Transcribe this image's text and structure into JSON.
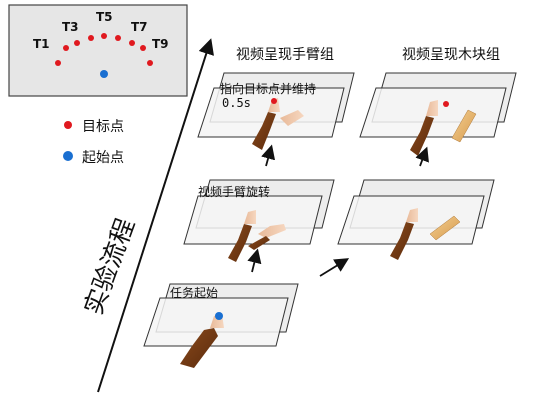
{
  "target_map": {
    "labels": [
      "T1",
      "T3",
      "T5",
      "T7",
      "T9"
    ],
    "dot_colors": {
      "target": "#e0191f",
      "start": "#1a6fd1"
    }
  },
  "legend": {
    "target_label": "目标点",
    "start_label": "起始点"
  },
  "axis": {
    "label": "实验流程"
  },
  "columns": {
    "arm": "视频呈现手臂组",
    "wood": "视频呈现木块组"
  },
  "steps": {
    "target": "指向目标点并维持",
    "hold_time": "0.5s",
    "rotate": "视频手臂旋转",
    "start": "任务起始"
  }
}
